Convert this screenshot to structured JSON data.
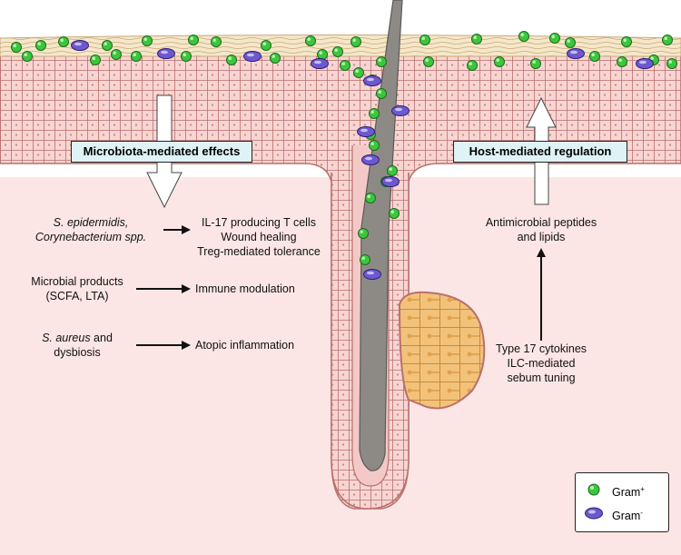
{
  "boxes": {
    "left": "Microbiota-mediated effects",
    "right": "Host-mediated regulation"
  },
  "left_rows": [
    {
      "source_italic": "S. epidermidis,",
      "source_italic_2": "Corynebacterium spp.",
      "effect_1": "IL-17 producing T cells",
      "effect_2": "Wound healing",
      "effect_3": "Treg-mediated tolerance"
    },
    {
      "source_1": "Microbial products",
      "source_2": "(SCFA, LTA)",
      "effect_1": "Immune modulation"
    },
    {
      "source_italic": "S. aureus",
      "source_tail": " and",
      "source_2": "dysbiosis",
      "effect_1": "Atopic inflammation"
    }
  ],
  "right_column": {
    "top_1": "Antimicrobial peptides",
    "top_2": "and lipids",
    "bottom_1": "Type 17 cytokines",
    "bottom_2": "ILC-mediated",
    "bottom_3": "sebum tuning"
  },
  "legend": {
    "gram_pos": "Gram",
    "gram_pos_sup": "+",
    "gram_neg": "Gram",
    "gram_neg_sup": "-"
  },
  "colors": {
    "dermis": "#fbe6e5",
    "epidermis": "#f7d5d3",
    "cell_stroke": "#b9706d",
    "stratum_corneum": "#f5e7c9",
    "hair": "#8d8a86",
    "sebaceous": "#f2c27a",
    "gram_positive": "#3cc63c",
    "gram_negative": "#6d58d0",
    "box_fill": "#dff3f6"
  }
}
